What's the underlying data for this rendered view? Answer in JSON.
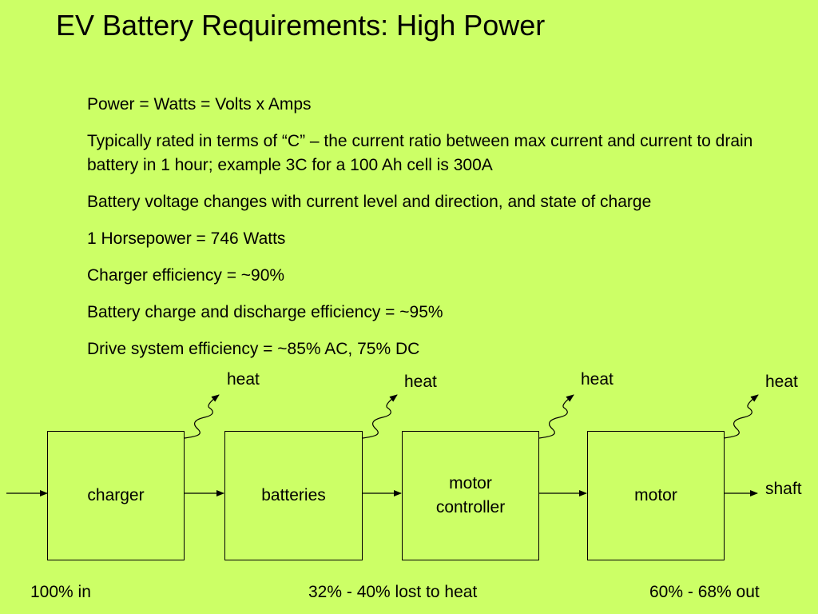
{
  "title": "EV Battery Requirements: High Power",
  "bullets": [
    "Power = Watts = Volts x Amps",
    "Typically rated in terms of “C” – the current ratio between max current and current to drain battery in 1 hour; example 3C for a 100 Ah cell is 300A",
    "Battery voltage changes with current level and direction, and state of charge",
    "1 Horsepower = 746 Watts",
    "Charger efficiency = ~90%",
    "Battery charge and discharge efficiency = ~95%",
    "Drive system efficiency = ~85% AC, 75% DC"
  ],
  "diagram": {
    "boxes": [
      {
        "label": "charger"
      },
      {
        "label": "batteries"
      },
      {
        "label_line1": "motor",
        "label_line2": "controller"
      },
      {
        "label": "motor"
      }
    ],
    "heat_label": "heat",
    "output_label": "shaft"
  },
  "footer": {
    "input": "100% in",
    "loss": "32% - 40% lost to heat",
    "output": "60% - 68% out"
  }
}
